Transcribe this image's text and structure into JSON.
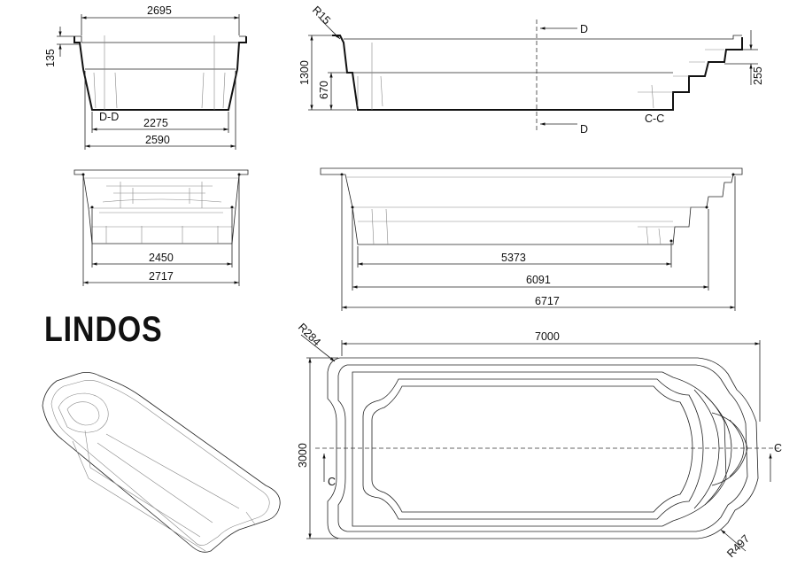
{
  "title": "LINDOS",
  "section_labels": {
    "dd": "D-D",
    "cc": "C-C",
    "d_top": "D",
    "d_bottom": "D",
    "c_left": "C",
    "c_right": "C"
  },
  "dims": {
    "dd_top": "2695",
    "dd_lip": "135",
    "dd_bottom": "2275",
    "dd_outer": "2590",
    "cc_radius": "R15",
    "cc_depth": "1300",
    "cc_step": "670",
    "cc_stair": "255",
    "end_inner": "2450",
    "end_outer": "2717",
    "side_1": "5373",
    "side_2": "6091",
    "side_3": "6717",
    "plan_length": "7000",
    "plan_width": "3000",
    "plan_r1": "R284",
    "plan_r2": "R497"
  }
}
